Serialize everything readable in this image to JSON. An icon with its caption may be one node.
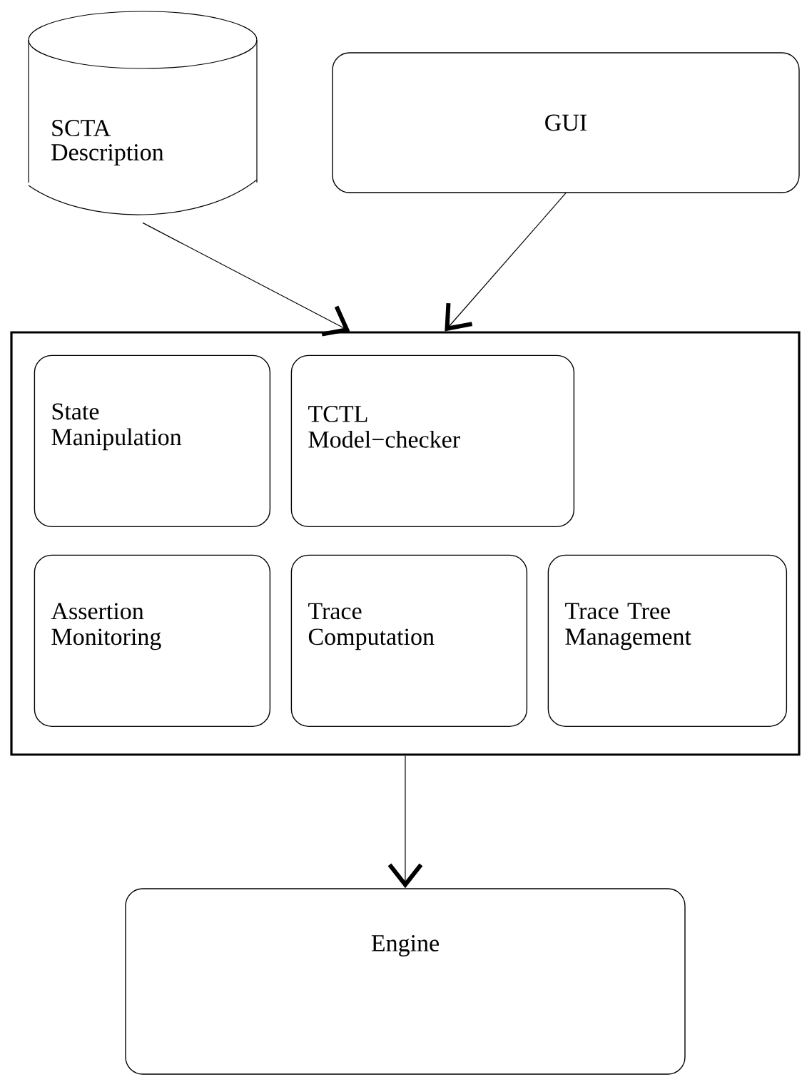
{
  "diagram": {
    "nodes": [
      {
        "text": [
          "SCTA Description"
        ]
      },
      {
        "text": [
          "GUI"
        ]
      },
      {
        "text": [],
        "shape": "box"
      },
      {
        "text": [
          "State Manipulation"
        ],
        "in": 2
      },
      {
        "text": [
          "TCTL Model−checker"
        ],
        "in": 2
      },
      {
        "text": [
          "Assertion Monitoring"
        ],
        "in": 2
      },
      {
        "text": [
          "Trace Computation"
        ],
        "in": 2
      },
      {
        "text": [
          "Trace Tree Management"
        ],
        "in": 2
      },
      {
        "text": [
          "Engine"
        ]
      }
    ],
    "edges": [
      {
        "from": 0,
        "to": 2,
        "arrow": "to"
      },
      {
        "from": 1,
        "to": 2,
        "arrow": "to"
      },
      {
        "from": 2,
        "to": 8,
        "arrow": "to"
      }
    ]
  }
}
